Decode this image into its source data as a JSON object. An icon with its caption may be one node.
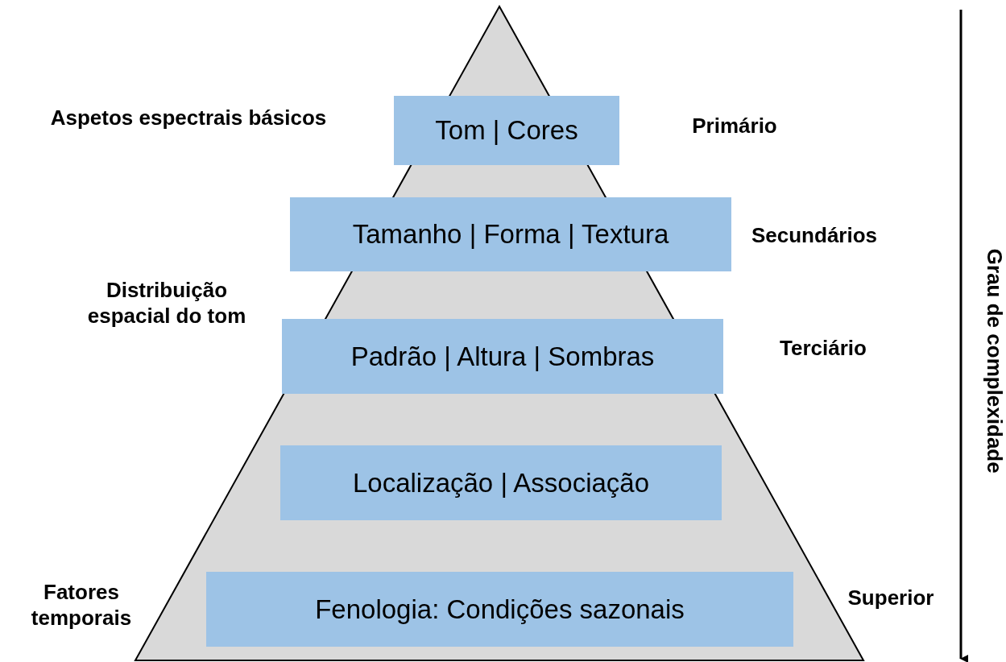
{
  "diagram": {
    "nodes": [
      {
        "text": [
          "Tom | Cores"
        ]
      },
      {
        "text": [
          "Tamanho | Forma | Textura"
        ]
      },
      {
        "text": [
          "Padrão | Altura | Sombras"
        ]
      },
      {
        "text": [
          "Localização | Associação"
        ]
      },
      {
        "text": [
          "Fenologia: Condições sazonais"
        ]
      }
    ],
    "edges": [],
    "labels": [
      "Aspetos espectrais básicos",
      "Primário",
      "Secundários",
      "Distribuição espacial do tom",
      "Terciário",
      "Fatores temporais",
      "Superior",
      "Grau de complexidade"
    ]
  }
}
